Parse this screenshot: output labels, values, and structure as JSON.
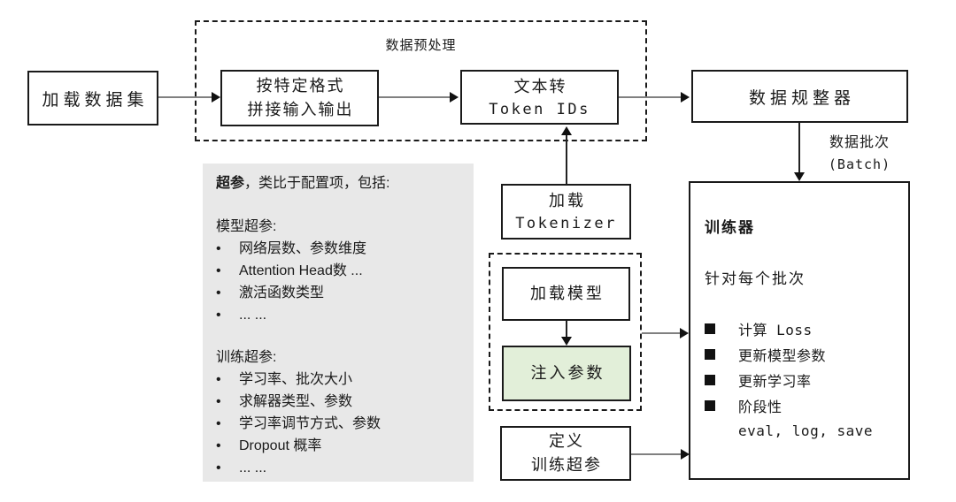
{
  "colors": {
    "border": "#1a1a1a",
    "connector_line": "#808080",
    "arrowhead": "#111111",
    "inject_fill": "#e2efd9",
    "note_fill": "#e8e8e8"
  },
  "boxes": {
    "load_dataset": {
      "label": "加载数据集"
    },
    "preprocess_group": {
      "label": "数据预处理"
    },
    "format_concat": {
      "line1": "按特定格式",
      "line2": "拼接输入输出"
    },
    "text_to_token_ids": {
      "line1": "文本转",
      "line2": "Token IDs"
    },
    "data_collator": {
      "label": "数据规整器"
    },
    "load_tokenizer": {
      "line1": "加载",
      "line2": "Tokenizer"
    },
    "load_model": {
      "label": "加载模型"
    },
    "inject_params": {
      "label": "注入参数"
    },
    "define_train_hparams": {
      "line1": "定义",
      "line2": "训练超参"
    }
  },
  "trainer": {
    "title": "训练器",
    "subtitle": "针对每个批次",
    "bullets": [
      "计算 Loss",
      "更新模型参数",
      "更新学习率",
      "阶段性"
    ],
    "footer": "eval, log, save"
  },
  "batch_label": {
    "line1": "数据批次",
    "line2": "(Batch)"
  },
  "hyperparam_note": {
    "title_bold": "超参",
    "title_rest": "，类比于配置项，包括:",
    "model_header": "模型超参:",
    "model_items": [
      "网络层数、参数维度",
      "Attention Head数 ...",
      "激活函数类型",
      "... ..."
    ],
    "train_header": "训练超参:",
    "train_items": [
      "学习率、批次大小",
      "求解器类型、参数",
      "学习率调节方式、参数",
      "Dropout 概率",
      "... ..."
    ]
  }
}
